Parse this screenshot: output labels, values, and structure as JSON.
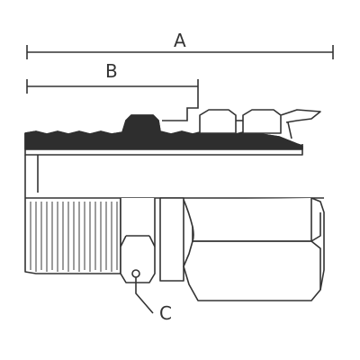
{
  "diagram": {
    "labels": {
      "dim_a": "A",
      "dim_b": "B",
      "callout_c": "C"
    },
    "colors": {
      "line": "#333333",
      "hatch": "#666666",
      "background": "#ffffff"
    }
  }
}
